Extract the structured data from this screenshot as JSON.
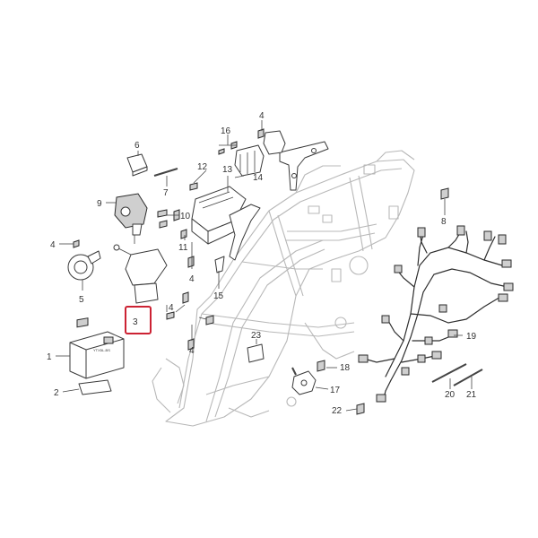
{
  "labels": {
    "l1": "1",
    "l2": "2",
    "l3": "3",
    "l4a": "4",
    "l4b": "4",
    "l4c": "4",
    "l4d": "4",
    "l4e": "4",
    "l5": "5",
    "l6": "6",
    "l7": "7",
    "l8": "8",
    "l9": "9",
    "l10": "10",
    "l11": "11",
    "l12": "12",
    "l13": "13",
    "l14": "14",
    "l15": "15",
    "l16": "16",
    "l17": "17",
    "l18": "18",
    "l19": "19",
    "l20": "20",
    "l21": "21",
    "l22": "22",
    "l23": "23"
  },
  "battery_label": "YTX5L-BS",
  "highlight": {
    "part": "3",
    "color": "#cc2233"
  },
  "colors": {
    "frame": "#b8b8b8",
    "lines": "#444444",
    "parts": "#3a3a3a"
  }
}
